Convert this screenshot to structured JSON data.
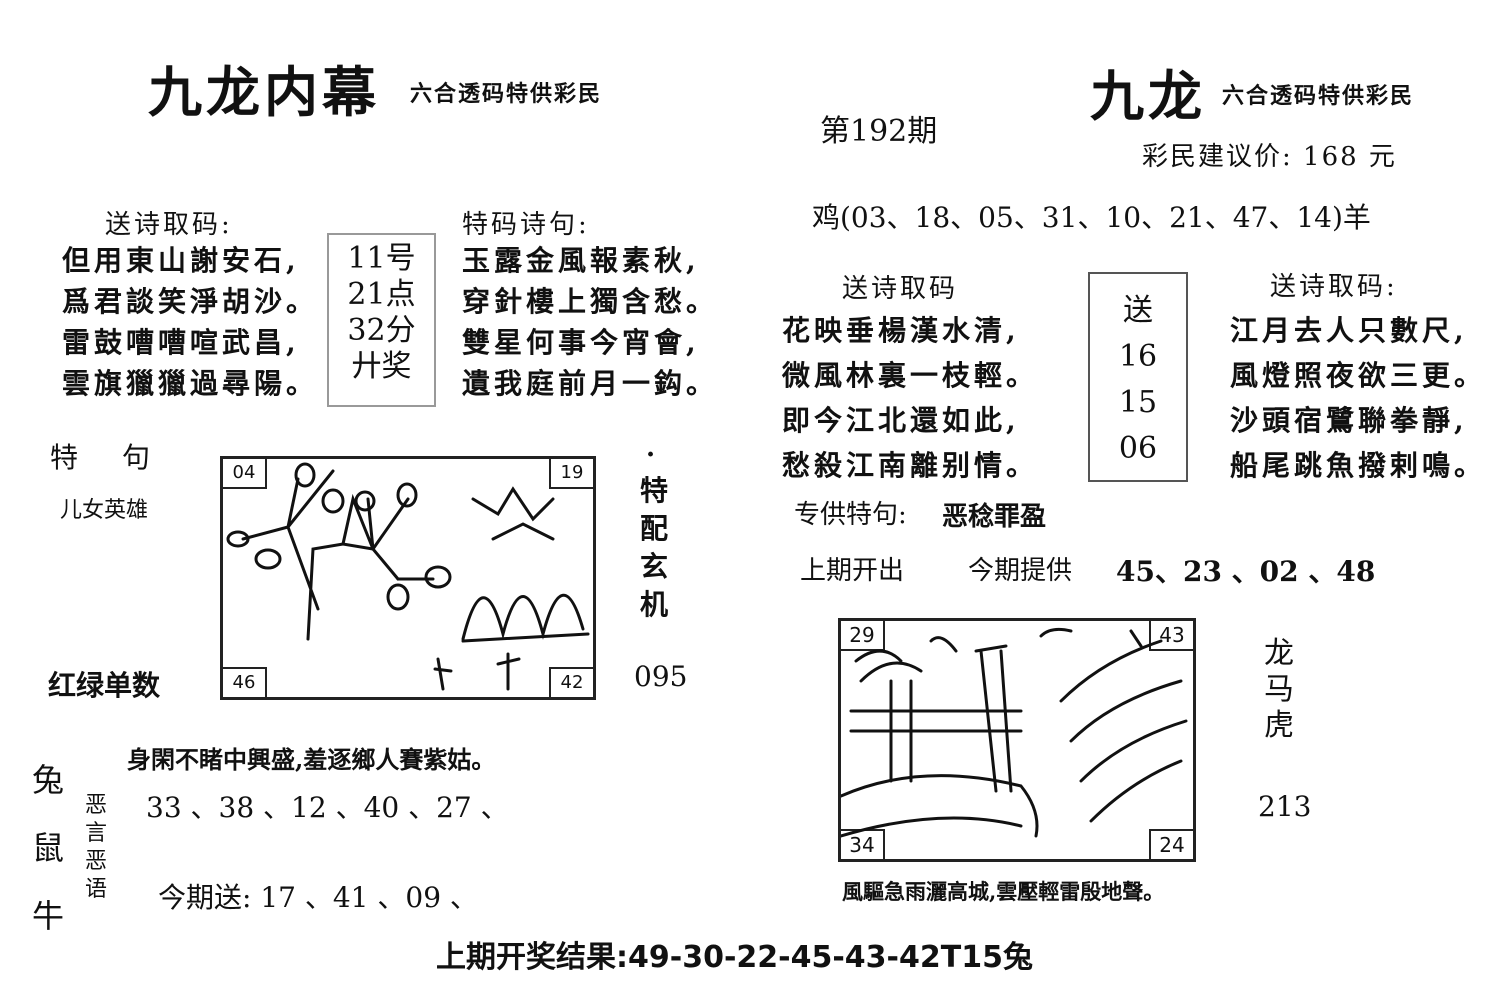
{
  "left": {
    "title": "九龙内幕",
    "subtitle": "六合透码特供彩民",
    "poem1_header": "送诗取码:",
    "poem1": [
      "但用東山謝安石,",
      "爲君談笑淨胡沙。",
      "雷鼓嘈嘈喧武昌,",
      "雲旗獵獵過尋陽。"
    ],
    "box": [
      "11号",
      "21点",
      "32分",
      "廾奖"
    ],
    "poem2_header": "特码诗句:",
    "poem2": [
      "玉露金風報素秋,",
      "穿針樓上獨含愁。",
      "雙星何事今宵會,",
      "遺我庭前月一鈎。"
    ],
    "special_label": "特　句",
    "special_text": "儿女英雄",
    "redgreen": "红绿单数",
    "vertical": [
      "特",
      "配",
      "玄",
      "机"
    ],
    "vertical_dot": "·",
    "vertical_num": "095",
    "corners": {
      "tl": "04",
      "tr": "19",
      "bl": "46",
      "br": "42"
    },
    "poem_line": "身閑不睹中興盛,羞逐鄉人賽紫姑。",
    "zodiac": [
      "兔",
      "鼠",
      "牛"
    ],
    "evil_label": [
      "恶",
      "言",
      "恶",
      "语"
    ],
    "evil_numbers": "33 、38 、12 、40 、27 、",
    "send": "今期送: 17 、41 、09 、"
  },
  "right": {
    "title": "九龙",
    "subtitle": "六合透码特供彩民",
    "issue": "第192期",
    "price": "彩民建议价: 168 元",
    "chicken": "鸡(03、18、05、31、10、21、47、14)羊",
    "poem1_header": "送诗取码",
    "poem1": [
      "花映垂楊漢水清,",
      "微風林裏一枝輕。",
      "即今江北還如此,",
      "愁殺江南離别情。"
    ],
    "box": [
      "送",
      "16",
      "15",
      "06"
    ],
    "poem2_header": "送诗取码:",
    "poem2": [
      "江月去人只數尺,",
      "風燈照夜欲三更。",
      "沙頭宿鷺聯拳靜,",
      "船尾跳魚撥剌鳴。"
    ],
    "special_label": "专供特句:",
    "special_text": "恶稔罪盈",
    "last_label": "上期开出",
    "provide_label": "今期提供",
    "provide_nums": "45、23 、02 、48",
    "corners": {
      "tl": "29",
      "tr": "43",
      "bl": "34",
      "br": "24"
    },
    "vertical": [
      "龙",
      "马",
      "虎"
    ],
    "vertical_num": "213",
    "poem_line": "風驅急雨灑高城,雲壓輕雷殷地聲。"
  },
  "footer": "上期开奖结果:49-30-22-45-43-42T15兔"
}
